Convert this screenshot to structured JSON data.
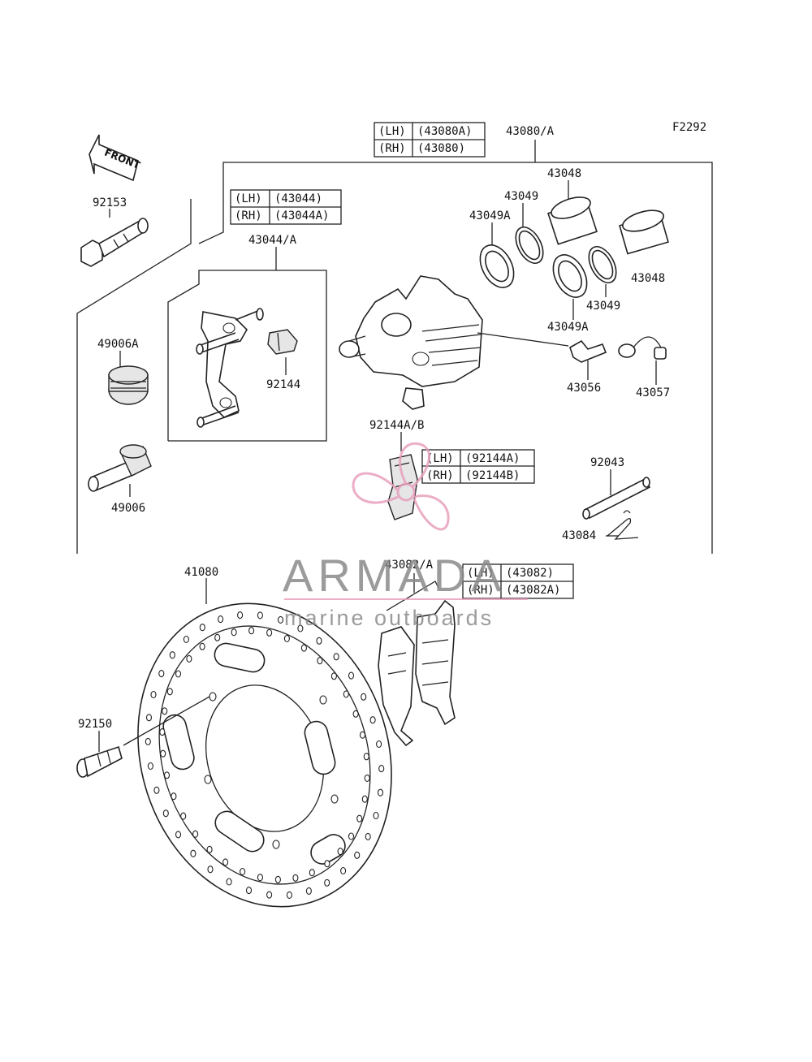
{
  "diagram": {
    "code": "F2292",
    "front_label": "FRONT",
    "parts": [
      {
        "id": "caliper_assy",
        "label": "43080/A"
      },
      {
        "id": "bolt_92153",
        "label": "92153"
      },
      {
        "id": "bracket",
        "label": "43044/A"
      },
      {
        "id": "pad_spring_92144",
        "label": "92144"
      },
      {
        "id": "boot_49006A",
        "label": "49006A"
      },
      {
        "id": "pin_49006",
        "label": "49006"
      },
      {
        "id": "piston_top",
        "label": "43048"
      },
      {
        "id": "piston_right",
        "label": "43048"
      },
      {
        "id": "seal_43049_top",
        "label": "43049"
      },
      {
        "id": "seal_43049A_top",
        "label": "43049A"
      },
      {
        "id": "seal_43049_right",
        "label": "43049"
      },
      {
        "id": "seal_43049A_right",
        "label": "43049A"
      },
      {
        "id": "bleeder_43056",
        "label": "43056"
      },
      {
        "id": "cap_43057",
        "label": "43057"
      },
      {
        "id": "pad_spring_ab",
        "label": "92144A/B"
      },
      {
        "id": "pin_92043",
        "label": "92043"
      },
      {
        "id": "clip_43084",
        "label": "43084"
      },
      {
        "id": "pads",
        "label": "43082/A"
      },
      {
        "id": "disc",
        "label": "41080"
      },
      {
        "id": "disc_bolt",
        "label": "92150"
      }
    ],
    "tables": [
      {
        "id": "caliper",
        "rows": [
          [
            "(LH)",
            "(43080A)"
          ],
          [
            "(RH)",
            "(43080)"
          ]
        ]
      },
      {
        "id": "bracket",
        "rows": [
          [
            "(LH)",
            "(43044)"
          ],
          [
            "(RH)",
            "(43044A)"
          ]
        ]
      },
      {
        "id": "spring",
        "rows": [
          [
            "(LH)",
            "(92144A)"
          ],
          [
            "(RH)",
            "(92144B)"
          ]
        ]
      },
      {
        "id": "pads",
        "rows": [
          [
            "(LH)",
            "(43082)"
          ],
          [
            "(RH)",
            "(43082A)"
          ]
        ]
      }
    ]
  },
  "watermark": {
    "brand": "ARMADA",
    "tagline": "marine outboards",
    "logo_color": "#e8a0bd",
    "line_color": "#e8a0bd"
  }
}
